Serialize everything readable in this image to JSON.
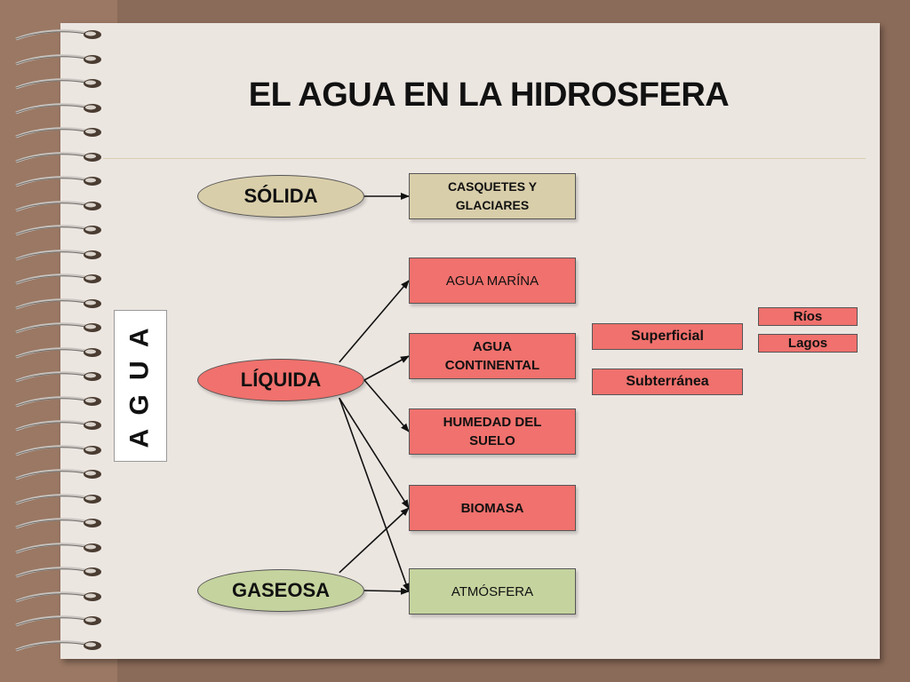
{
  "title": "EL AGUA EN LA HIDROSFERA",
  "colors": {
    "solid_fill": "#d9ceaa",
    "liquid_fill": "#f0716d",
    "gas_fill": "#c5d39e",
    "paper": "#ece6e1",
    "frame": "#8a6a58"
  },
  "root": {
    "label": "A G U A"
  },
  "states": {
    "solida": "SÓLIDA",
    "liquida": "LÍQUIDA",
    "gaseosa": "GASEOSA"
  },
  "reservoirs": {
    "casquetes": "CASQUETES Y GLACIARES",
    "agua_marina": "AGUA MARÍNA",
    "agua_continental": "AGUA CONTINENTAL",
    "humedad": "HUMEDAD DEL SUELO",
    "biomasa": "BIOMASA",
    "atmosfera": "ATMÓSFERA"
  },
  "continental": {
    "superficial": "Superficial",
    "subterranea": "Subterránea"
  },
  "surface": {
    "rios": "Ríos",
    "lagos": "Lagos"
  },
  "edges": [
    [
      "solida",
      "casquetes"
    ],
    [
      "liquida",
      "agua_marina"
    ],
    [
      "liquida",
      "agua_continental"
    ],
    [
      "liquida",
      "humedad"
    ],
    [
      "liquida",
      "biomasa"
    ],
    [
      "liquida",
      "atmosfera"
    ],
    [
      "gaseosa",
      "biomasa"
    ],
    [
      "gaseosa",
      "atmosfera"
    ]
  ]
}
